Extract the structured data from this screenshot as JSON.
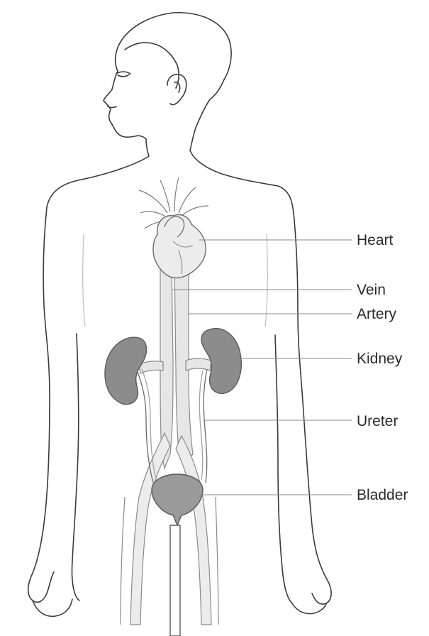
{
  "labels": {
    "heart": "Heart",
    "vein": "Vein",
    "artery": "Artery",
    "kidney": "Kidney",
    "ureter": "Ureter",
    "bladder": "Bladder"
  },
  "colors": {
    "outline": "#3a3a3a",
    "leader_line": "#8a8a8a",
    "vessel_fill": "#e6e6e6",
    "heart_fill": "#ececec",
    "kidney_fill": "#8c8c8c",
    "bladder_fill": "#9a9a9a",
    "label_text": "#2a2a2a"
  }
}
